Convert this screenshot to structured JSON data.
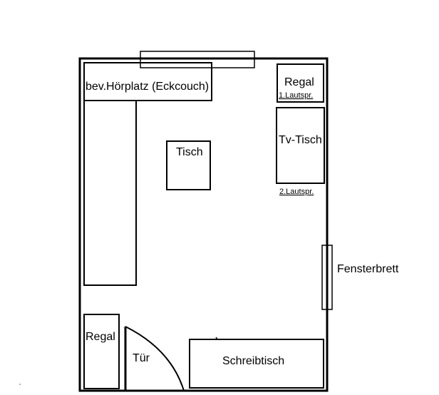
{
  "floorplan": {
    "labels": {
      "couch": "bev.Hörplatz (Eckcouch)",
      "shelf_top": "Regal",
      "speaker_1": "1.Lautspr.",
      "tv_table": "Tv-Tisch",
      "speaker_2": "2.Lautspr.",
      "table": "Tisch",
      "window_sill": "Fensterbrett",
      "shelf_bottom": "Regal",
      "door": "Tür",
      "desk": "Schreibtisch"
    },
    "colors": {
      "stroke": "#000000",
      "background": "#ffffff"
    }
  }
}
